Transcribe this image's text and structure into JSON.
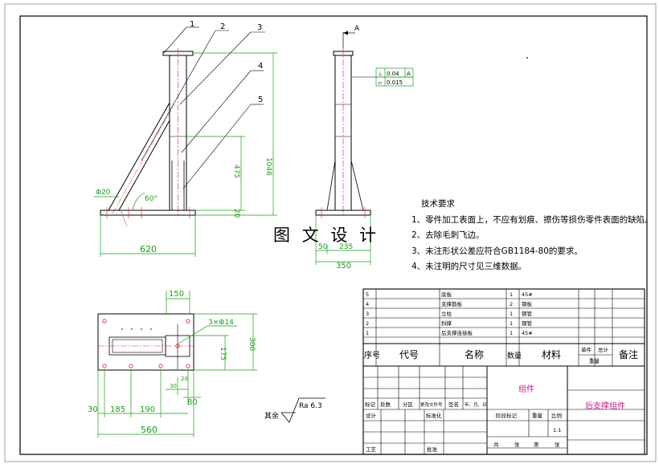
{
  "overlay_title": "图 文 设 计",
  "technical_notes": {
    "heading": "技术要求",
    "items": [
      "1、零件加工表面上，不应有划痕、擦伤等损伤零件表面的缺陷。",
      "2、去除毛刺飞边。",
      "3、未注形状公差应符合GB1184-80的要求。",
      "4、未注明的尺寸见三维数据。"
    ]
  },
  "front_view": {
    "balloons": [
      "1",
      "2",
      "3",
      "4",
      "5"
    ],
    "dim_overall_height": "1046",
    "dim_mid_height": "475",
    "dim_base": "20",
    "dim_width": "620",
    "dim_hole": "Φ20",
    "dim_angle": "60°"
  },
  "side_view": {
    "section_label": "A",
    "tolerance_rows": [
      {
        "symbol": "⊥",
        "value": "0.04",
        "datum": "A"
      },
      {
        "symbol": "▱",
        "value": "0.015",
        "datum": ""
      }
    ],
    "dim_small": "50",
    "dim_mid": "235",
    "dim_width": "350"
  },
  "top_view": {
    "dim_150": "150",
    "dim_holes": "3×Φ14",
    "dim_175": "175",
    "dim_300": "300",
    "dim_30a": "30",
    "dim_30b": "30",
    "dim_185": "185",
    "dim_190": "190",
    "dim_80": "80",
    "dim_20": "20",
    "dim_560": "560"
  },
  "roughness": {
    "prefix": "其余",
    "value": "Ra 6.3"
  },
  "parts_list": {
    "rows": [
      {
        "no": "5",
        "code": "",
        "name": "底板",
        "qty": "1",
        "material": "45#"
      },
      {
        "no": "4",
        "code": "",
        "name": "支撑筋板",
        "qty": "2",
        "material": "钢板"
      },
      {
        "no": "3",
        "code": "",
        "name": "立柱",
        "qty": "1",
        "material": "钢管"
      },
      {
        "no": "2",
        "code": "",
        "name": "斜撑",
        "qty": "1",
        "material": "钢管"
      },
      {
        "no": "1",
        "code": "",
        "name": "后支撑连接板",
        "qty": "1",
        "material": "45#"
      }
    ],
    "header": {
      "no": "序号",
      "code": "代号",
      "name": "名称",
      "qty": "数量",
      "material": "材料",
      "unit": "单件",
      "total": "总计",
      "weight": "重量",
      "remark": "备注"
    }
  },
  "title_block": {
    "material_group": "组件",
    "drawing_name": "后支撑组件",
    "scale": "1:1",
    "labels": {
      "mark": "标记",
      "count": "处数",
      "zone": "分区",
      "change_doc": "更改文件号",
      "sign": "签名",
      "date": "年、月、日",
      "design": "设计",
      "standard": "标准化",
      "process": "工艺",
      "approve": "批准",
      "stage_mark": "阶段标记",
      "weight": "重量",
      "ratio": "比例",
      "sheets_total": "共",
      "sheets_of": "张",
      "sheet_no": "第",
      "sheet_unit": "张"
    }
  }
}
